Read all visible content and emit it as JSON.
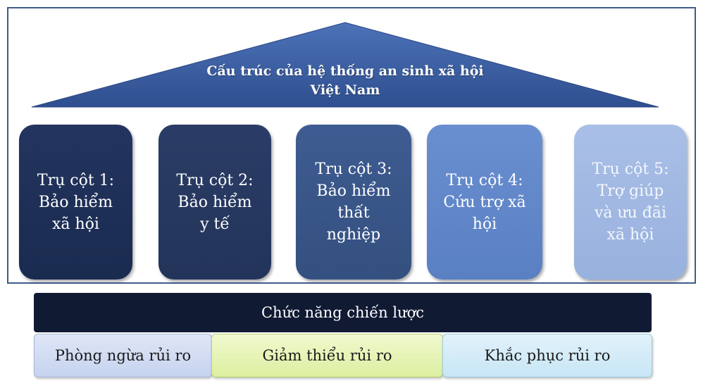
{
  "title": "Cấu trúc của hệ thống an sinh xã hội Việt Nam",
  "title_lines": [
    "Cấu trúc của hệ thống an sinh xã hội",
    "Việt Nam"
  ],
  "pillars": [
    {
      "label": "Trụ cột 1:\nBảo hiểm\nxã hội",
      "color": "#1f3158"
    },
    {
      "label": "Trụ cột 2:\nBảo hiểm\ny tế",
      "color": "#28395f"
    },
    {
      "label": "Trụ cột 3:\nBảo hiểm\nthất\nnghiệp",
      "color": "#3a5689"
    },
    {
      "label": "Trụ cột 4:\nCứu trợ xã\nhội",
      "color": "#6488cb"
    },
    {
      "label": "Trụ cột 5:\nTrợ giúp\nvà ưu đãi\nxã hội",
      "color": "#a2b9e2"
    }
  ],
  "function_bar": {
    "label": "Chức năng chiến lược",
    "color": "#111a33"
  },
  "functions": [
    {
      "label": "Phòng ngừa rủi ro",
      "color": "#d4ddf2"
    },
    {
      "label": "Giảm thiểu rủi ro",
      "color": "#e6f4b8"
    },
    {
      "label": "Khắc phục rủi ro",
      "color": "#d4ecf8"
    }
  ]
}
